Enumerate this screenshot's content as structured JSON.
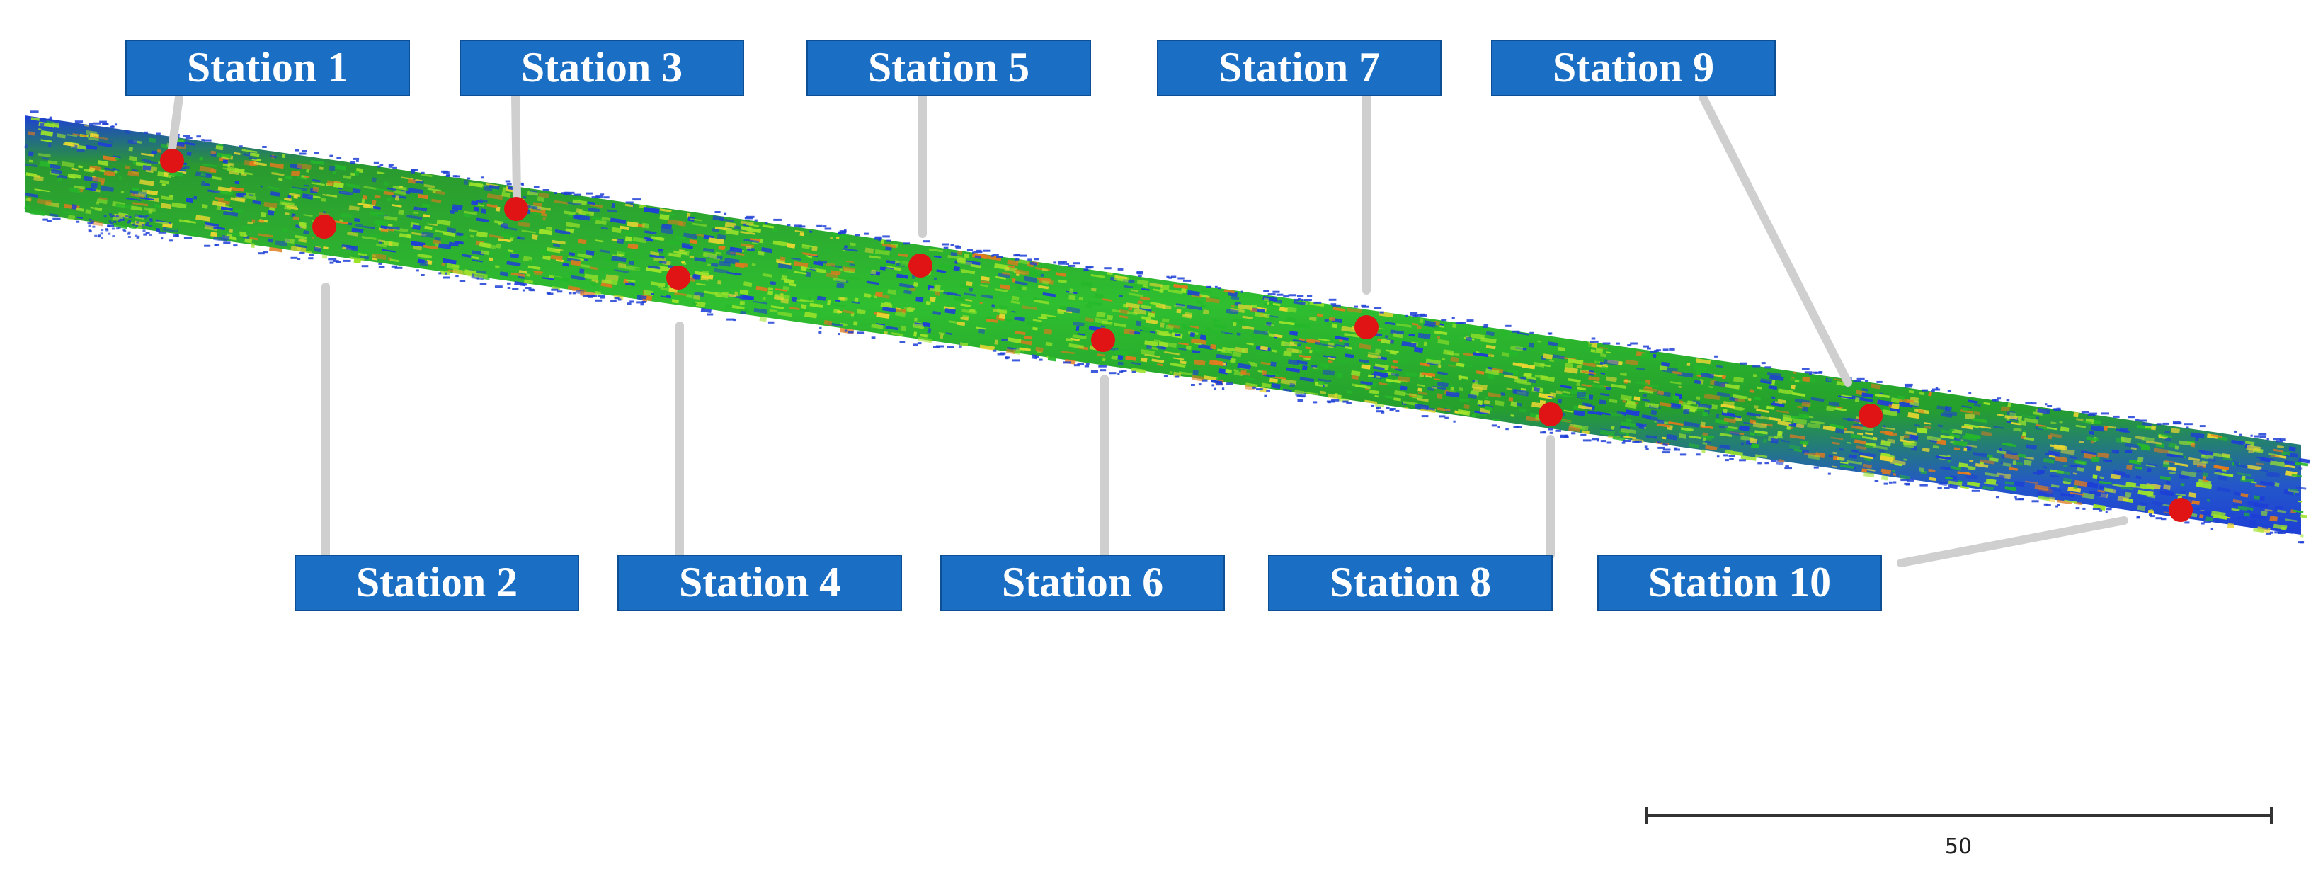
{
  "stations": [
    {
      "id": 1,
      "label": "Station 1"
    },
    {
      "id": 2,
      "label": "Station 2"
    },
    {
      "id": 3,
      "label": "Station 3"
    },
    {
      "id": 4,
      "label": "Station 4"
    },
    {
      "id": 5,
      "label": "Station 5"
    },
    {
      "id": 6,
      "label": "Station 6"
    },
    {
      "id": 7,
      "label": "Station 7"
    },
    {
      "id": 8,
      "label": "Station 8"
    },
    {
      "id": 9,
      "label": "Station 9"
    },
    {
      "id": 10,
      "label": "Station 10"
    }
  ],
  "scale_bar": {
    "label": "50"
  },
  "colors": {
    "label_box": "#1a6fc4",
    "label_border": "#0d4f94",
    "station_marker": "#e01414",
    "leader_line": "#cfcfcf",
    "cloud_blue": "#1d3fd6",
    "cloud_green": "#25b82a",
    "cloud_lime": "#9be32a",
    "cloud_yellow": "#e8d632",
    "cloud_orange": "#e07a1d"
  }
}
